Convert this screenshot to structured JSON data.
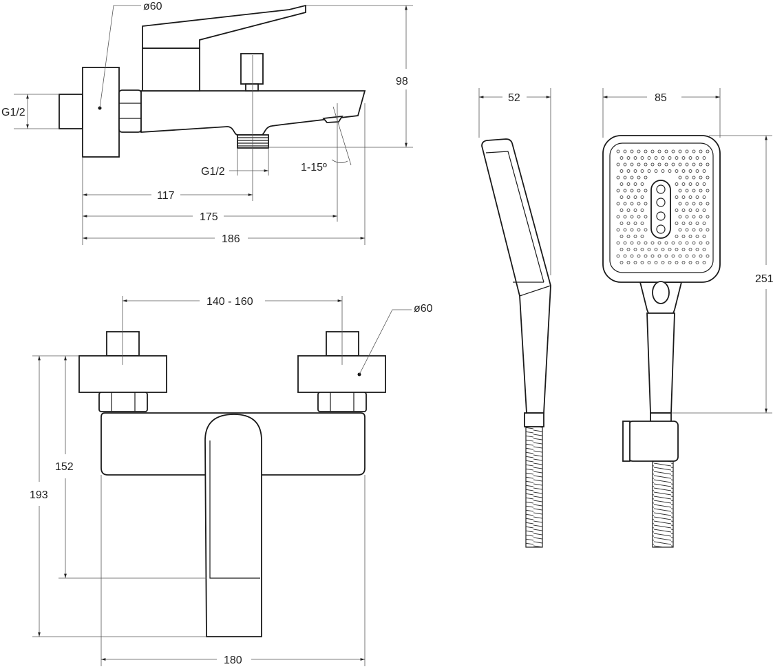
{
  "drawing": {
    "side_view": {
      "flange_diameter": "ø60",
      "height": "98",
      "inlet_thread": "G1/2",
      "outlet_thread": "G1/2",
      "aerator_angle": "1-15º",
      "dim_diverter": "117",
      "dim_aerator": "175",
      "dim_total": "186"
    },
    "front_view": {
      "center_distance": "140 - 160",
      "flange_diameter": "ø60",
      "dim_lever": "152",
      "dim_total_height": "193",
      "dim_width": "180"
    },
    "hand_shower": {
      "depth": "52",
      "width": "85",
      "length": "251"
    }
  },
  "colors": {
    "line": "#1a1a1a",
    "dimension": "#555555"
  }
}
